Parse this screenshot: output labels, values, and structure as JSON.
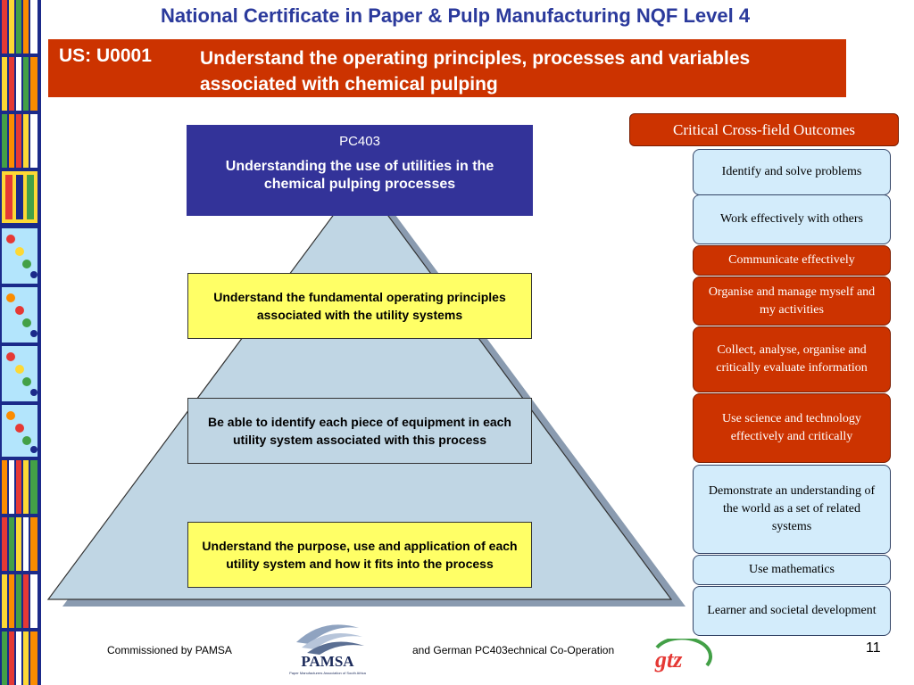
{
  "header": {
    "title": "National Certificate in Paper & Pulp Manufacturing NQF Level 4"
  },
  "unit": {
    "code": "US: U0001",
    "description": "Understand the operating principles, processes and variables associated with chemical pulping"
  },
  "pyramid": {
    "top": {
      "code": "PC403",
      "title": "Understanding the use of utilities in the chemical pulping processes"
    },
    "steps": [
      "Understand the fundamental operating principles associated with the utility systems",
      "Be able to identify each piece of equipment in each utility system associated with this process",
      "Understand the purpose, use and application of each utility system and how it fits into the process"
    ]
  },
  "ccf": {
    "header": "Critical Cross-field Outcomes",
    "items": [
      "Identify and solve problems",
      "Work effectively with others",
      "Communicate effectively",
      "Organise and manage myself and my activities",
      "Collect, analyse, organise and critically evaluate information",
      "Use science and technology effectively and critically",
      "Demonstrate an understanding of the world as a set of related systems",
      "Use mathematics",
      "Learner and societal development"
    ]
  },
  "footer": {
    "commissioned": "Commissioned by PAMSA",
    "cooperation": "and German PC403echnical Co-Operation",
    "page_number": "11",
    "pamsa_logo_text": "PAMSA",
    "pamsa_logo_subtext": "Paper Manufacturers Association of South Africa",
    "gtz_logo_text": "gtz"
  },
  "colors": {
    "title_blue": "#2b3a9c",
    "banner_red": "#cc3300",
    "pc_box_blue": "#333399",
    "step_yellow": "#ffff66",
    "step_blue": "#c0d6e4",
    "ccf_light": "#d3ecfb"
  }
}
